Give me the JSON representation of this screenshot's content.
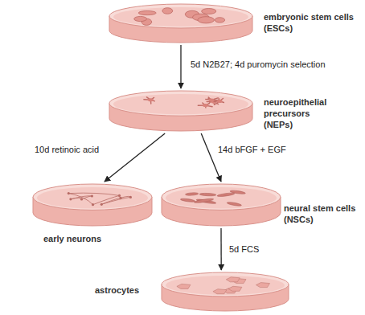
{
  "diagram": {
    "nodes": [
      {
        "text": [
          "embryonic stem cells (ESCs)"
        ]
      },
      {
        "text": [
          "neuroepithelial precursors (NEPs)"
        ]
      },
      {
        "text": [
          "early neurons"
        ]
      },
      {
        "text": [
          "neural stem cells (NSCs)"
        ]
      },
      {
        "text": [
          "astrocytes"
        ]
      }
    ],
    "edges": [
      {
        "from": 0,
        "to": 1,
        "arrow": "to",
        "label": "5d N2B27; 4d puromycin selection"
      },
      {
        "from": 1,
        "to": 2,
        "arrow": "to",
        "label": "10d retinoic acid"
      },
      {
        "from": 1,
        "to": 3,
        "arrow": "to",
        "label": "14d bFGF + EGF"
      },
      {
        "from": 3,
        "to": 4,
        "arrow": "to",
        "label": "5d FCS"
      }
    ]
  }
}
